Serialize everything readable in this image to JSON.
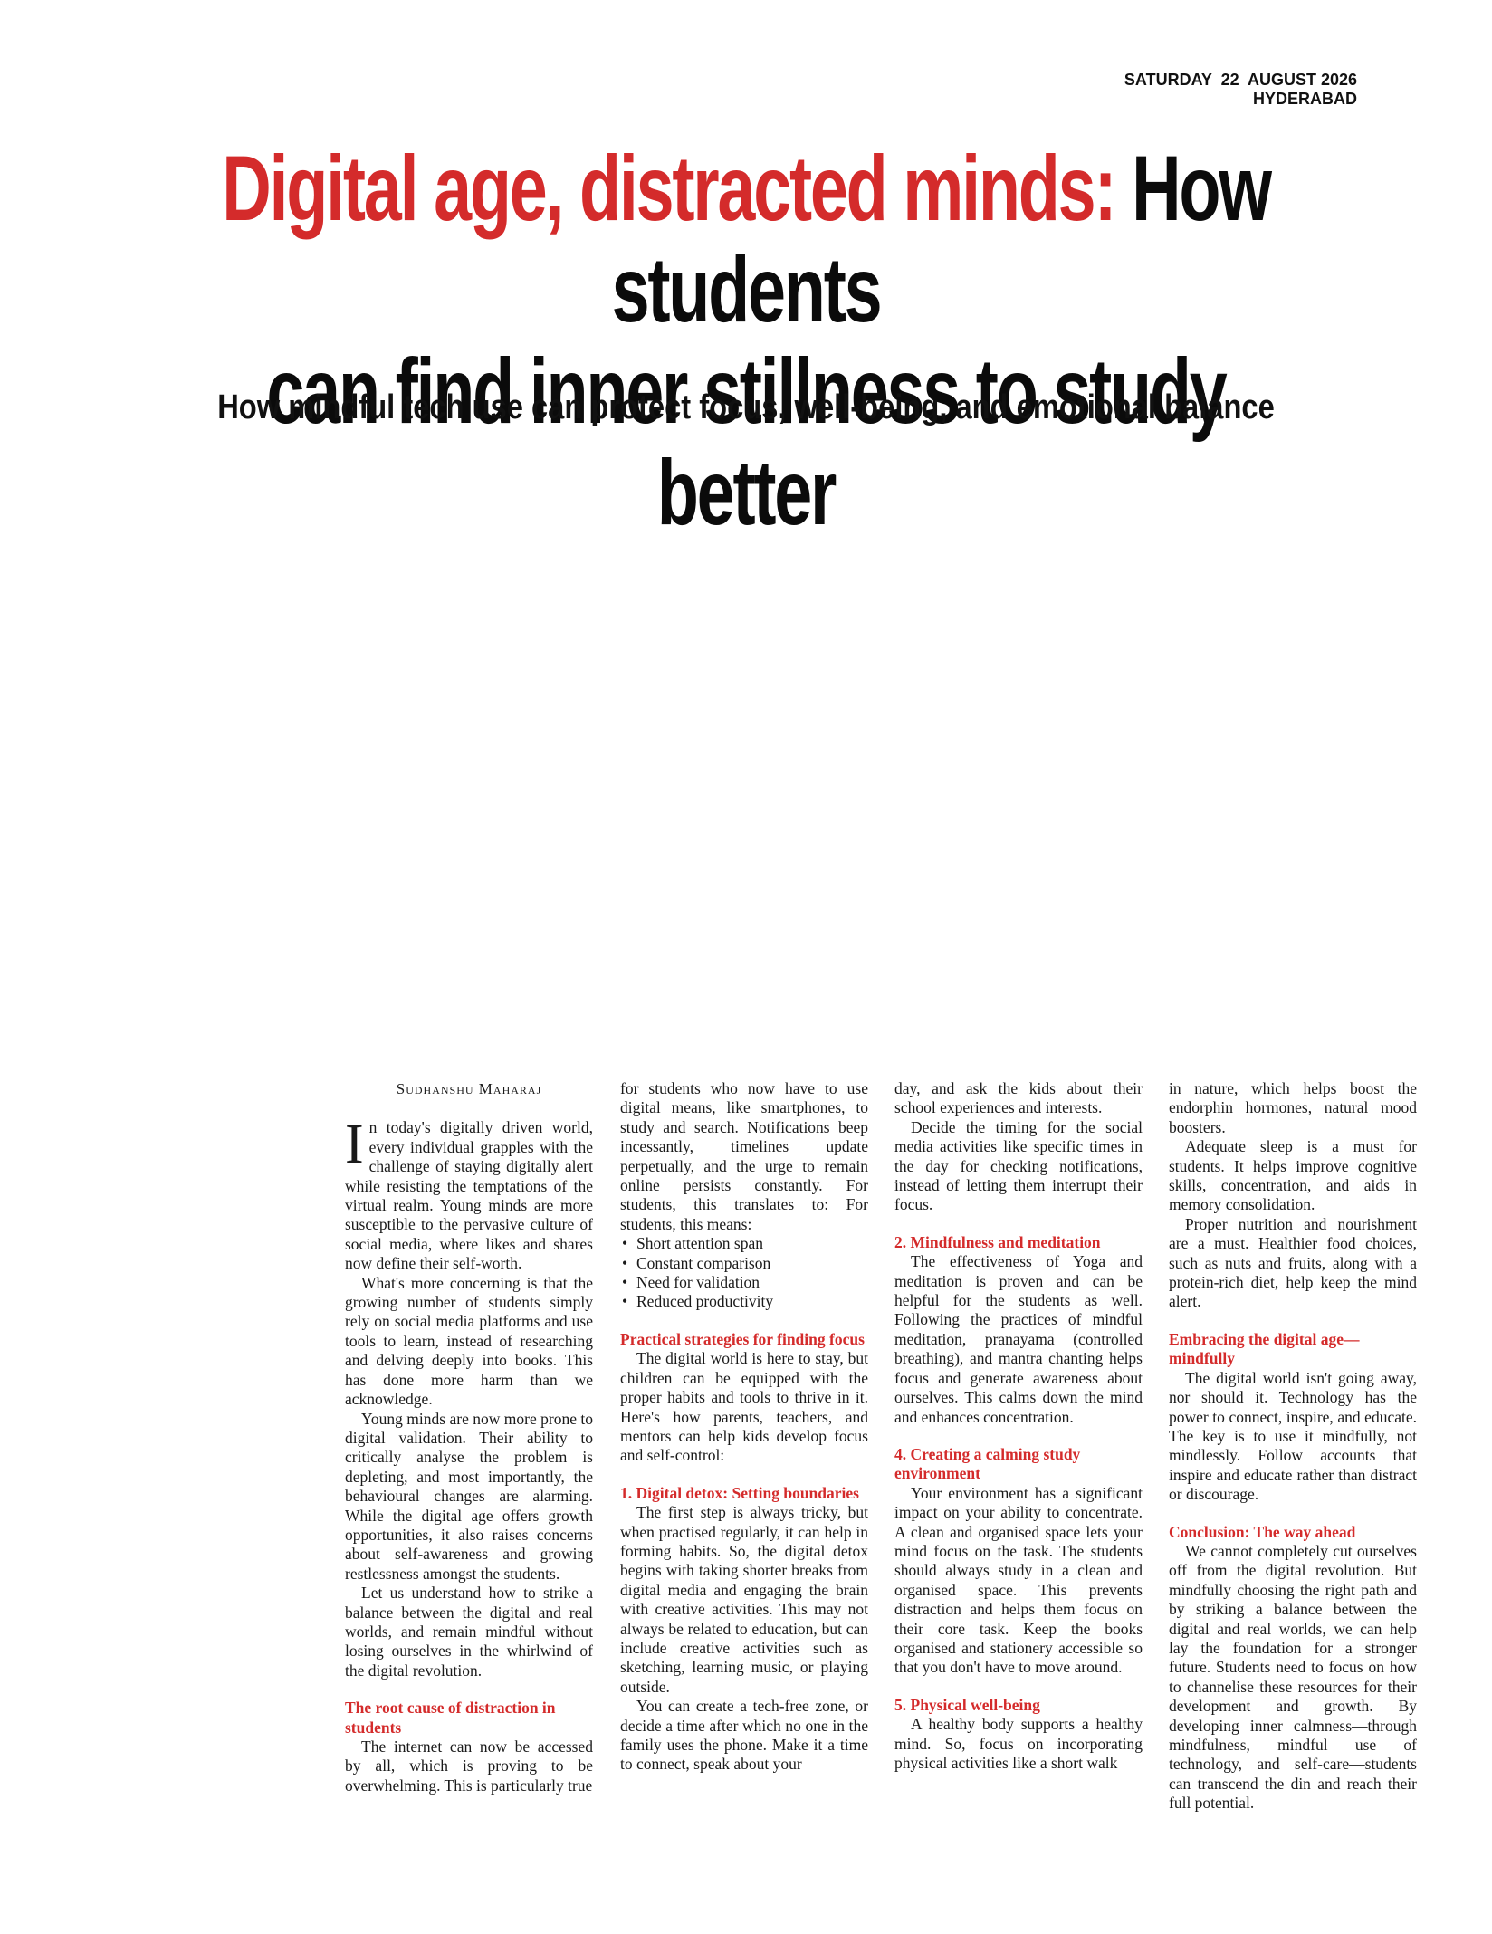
{
  "dateline": {
    "date": "SATURDAY  22  AUGUST 2026",
    "city": "HYDERABAD"
  },
  "headline": {
    "red": "Digital age, distracted minds:",
    "black_1": " How students",
    "black_2": "can find inner stillness to study better"
  },
  "standfirst": "How mindful tech use can protect focus, well-being, and emotional balance",
  "byline": "Sudhanshu Maharaj",
  "col1": {
    "dropcap": "I",
    "p1": "n today's digitally driven world, every individual grapples with the challenge of staying digitally alert while resisting the temptations of the virtual realm. Young minds are more susceptible to the pervasive culture of social media, where likes and shares now define their self-worth.",
    "p2": "What's more concerning is that the growing number of students simply rely on social media platforms and use tools to learn, instead of researching and delving deeply into books. This has done more harm than we acknowledge.",
    "p3": "Young minds are now more prone to digital validation. Their ability to critically analyse the problem is depleting, and most importantly, the behavioural changes are alarming. While the digital age offers growth opportunities, it also raises concerns about self-awareness and growing restlessness amongst the students.",
    "p4": "Let us understand how to strike a balance between the digital and real worlds, and remain mindful without losing ourselves in the whirlwind of the digital revolution.",
    "h1": "The root cause of distraction in students",
    "p5": "The internet can now be accessed by all, which is proving to be overwhelming. This is particularly true"
  },
  "col2": {
    "p1": "for students who now have to use digital means, like smartphones, to study and search. Notifications beep incessantly, timelines update perpetually, and the urge to remain online persists constantly. For students, this translates to: For students, this means:",
    "bullets": [
      "Short attention span",
      "Constant comparison",
      "Need for validation",
      "Reduced productivity"
    ],
    "h1": "Practical strategies for finding focus",
    "p2": "The digital world is here to stay, but children can be equipped with the proper habits and tools to thrive in it. Here's how parents, teachers, and mentors can help kids develop focus and self-control:",
    "h2": "1. Digital detox: Setting boundaries",
    "p3": "The first step is always tricky, but when practised regularly, it can help in forming habits. So, the digital detox begins with taking shorter breaks from digital media and engaging the brain with creative activities. This may not always be related to education, but can include creative activities such as sketching, learning music, or playing outside.",
    "p4": "You can create a tech-free zone, or decide a time after which no one in the family uses the phone. Make it a time to connect, speak about your"
  },
  "col3": {
    "p1": "day, and ask the kids about their school experiences and interests.",
    "p2": "Decide the timing for the social media activities like specific times in the day for checking notifications, instead of letting them interrupt their focus.",
    "h1": "2. Mindfulness and meditation",
    "p3": "The effectiveness of Yoga and meditation is proven and can be helpful for the students as well. Following the practices of mindful meditation, pranayama (controlled breathing), and mantra chanting helps focus and generate awareness about ourselves. This calms down the mind and enhances concentration.",
    "h2": "4. Creating a calming study environment",
    "p4": "Your environment has a significant impact on your ability to concentrate. A clean and organised space lets your mind focus on the task. The students should always study in a clean and organised space. This prevents distraction and helps them focus on their core task. Keep the books organised and stationery accessible so that you don't have to move around.",
    "h3": "5. Physical well-being",
    "p5": "A healthy body supports a healthy mind. So, focus on incorporating physical activities like a short walk"
  },
  "col4": {
    "p1": "in nature, which helps boost the endorphin hormones, natural mood boosters.",
    "p2": "Adequate sleep is a must for students. It helps improve cognitive skills, concentration, and aids in memory consolidation.",
    "p3": "Proper nutrition and nourishment are a must. Healthier food choices, such as nuts and fruits, along with a protein-rich diet, help keep the mind alert.",
    "h1": "Embracing the digital age—mindfully",
    "p4": "The digital world isn't going away, nor should it. Technology has the power to connect, inspire, and educate. The key is to use it mindfully, not mindlessly. Follow accounts that inspire and educate rather than distract or discourage.",
    "h2": "Conclusion: The way ahead",
    "p5": "We cannot completely cut ourselves off from the digital revolution. But mindfully choosing the right path and by striking a balance between the digital and real worlds, we can help lay the foundation for a stronger future.  Students need to focus on how to channelise these resources for their development and growth. By developing inner calmness—through mindfulness, mindful use of technology, and self-care—students can transcend the din and reach their full potential."
  }
}
